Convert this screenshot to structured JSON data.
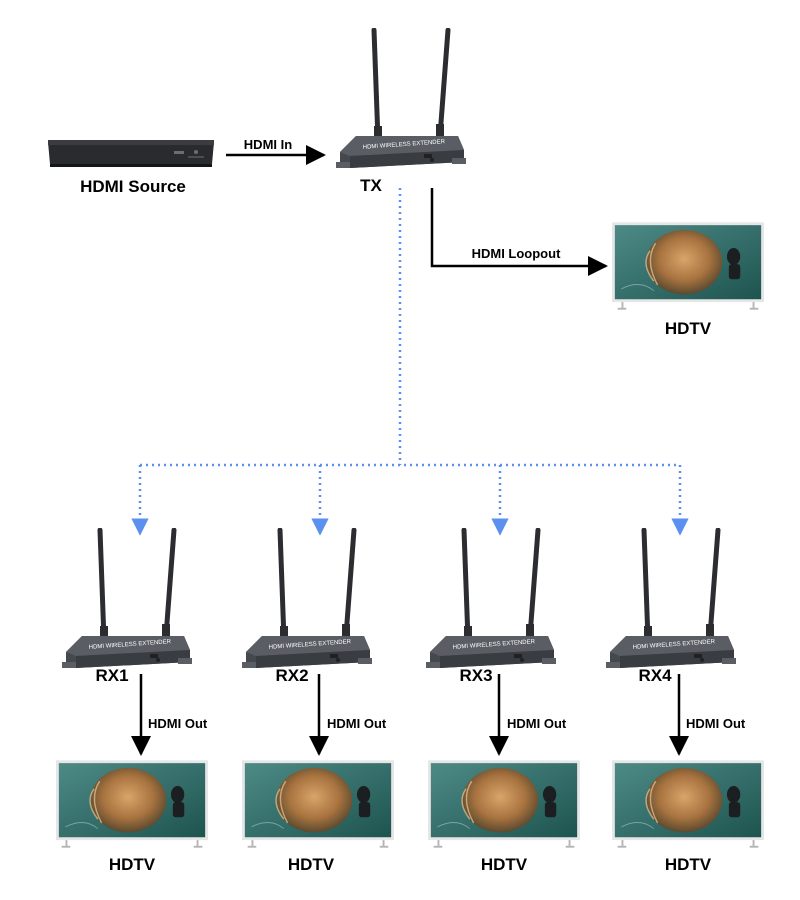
{
  "source": {
    "label": "HDMI Source"
  },
  "tx": {
    "label": "TX",
    "input_label": "HDMI In",
    "loopout_label": "HDMI Loopout",
    "device_text": "HDMI WIRELESS EXTENDER"
  },
  "loop_tv": {
    "label": "HDTV"
  },
  "receivers": [
    {
      "label": "RX1",
      "out_label": "HDMI Out",
      "tv_label": "HDTV"
    },
    {
      "label": "RX2",
      "out_label": "HDMI Out",
      "tv_label": "HDTV"
    },
    {
      "label": "RX3",
      "out_label": "HDMI Out",
      "tv_label": "HDTV"
    },
    {
      "label": "RX4",
      "out_label": "HDMI Out",
      "tv_label": "HDTV"
    }
  ],
  "colors": {
    "wireless_link": "#5b8ff0",
    "wired_link": "#000000",
    "device_body": "#45484d",
    "tv_screen": "#2f6f68"
  },
  "icons": {
    "source": "blu-ray-player-icon",
    "extender": "wireless-extender-icon",
    "tv": "tv-icon"
  }
}
